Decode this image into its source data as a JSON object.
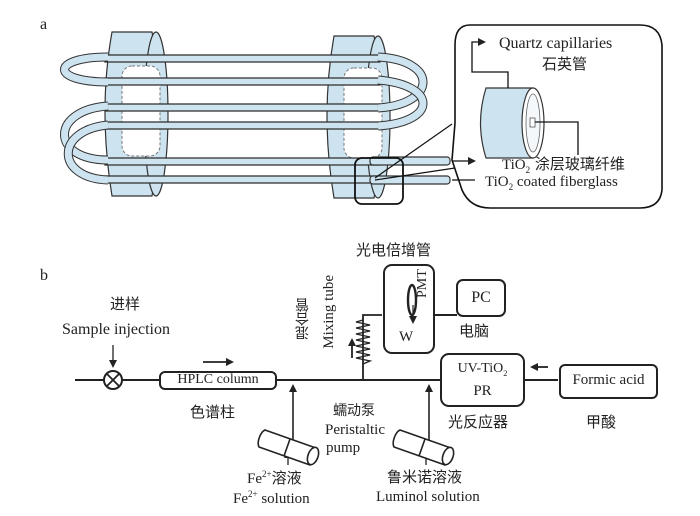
{
  "panel_a": {
    "label": "a",
    "callout": {
      "quartz_en": "Quartz capillaries",
      "quartz_cn": "石英管",
      "tio2_cn_prefix": "TiO",
      "tio2_cn_sub": "2",
      "tio2_cn_suffix": " 涂层玻璃纤维",
      "tio2_en_prefix": "TiO",
      "tio2_en_sub": "2",
      "tio2_en_suffix": " coated fiberglass"
    },
    "colors": {
      "glass": "#cde4f0",
      "stroke": "#2a2a2a"
    }
  },
  "panel_b": {
    "label": "b",
    "sample_injection_cn": "进样",
    "sample_injection_en": "Sample injection",
    "hplc_column": "HPLC column",
    "hplc_column_cn": "色谱柱",
    "mixing_tube_cn": "混合管",
    "mixing_tube_en": "Mixing tube",
    "pmt_cn": "光电倍增管",
    "pmt": "PMT",
    "waste": "W",
    "pc": "PC",
    "pc_cn": "电脑",
    "reactor_line1_prefix": "UV-TiO",
    "reactor_line1_sub": "2",
    "reactor_line2": "PR",
    "reactor_cn": "光反应器",
    "formic_acid": "Formic acid",
    "formic_acid_cn": "甲酸",
    "pump_cn": "蠕动泵",
    "pump_en_1": "Peristaltic",
    "pump_en_2": "pump",
    "fe_cn_prefix": "Fe",
    "fe_sup": "2+",
    "fe_cn_suffix": "溶液",
    "fe_en_suffix": " solution",
    "luminol_cn": "鲁米诺溶液",
    "luminol_en": "Luminol solution"
  }
}
